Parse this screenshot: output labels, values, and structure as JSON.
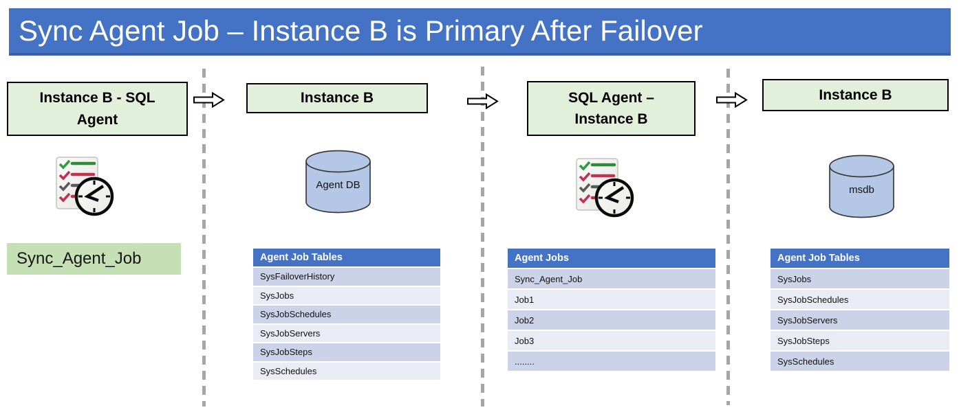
{
  "title": "Sync Agent Job – Instance B is Primary After Failover",
  "colors": {
    "banner_blue": "#4472C4",
    "table_header_blue": "#4472C4",
    "header_box_green": "#E2EFDA",
    "job_box_green": "#C5E0B4",
    "cylinder_blue": "#B4C7E7",
    "table_row_dark": "#CCD3E9",
    "table_row_light": "#E9EBF5",
    "dashed_line_gray": "#A6A6A6"
  },
  "columns": [
    {
      "header": "Instance B - SQL\nAgent",
      "icon": "task-list-clock-icon",
      "job_label": "Sync_Agent_Job"
    },
    {
      "header": "Instance B",
      "icon": "database-cylinder-icon",
      "db_label": "Agent DB",
      "table": {
        "header": "Agent Job Tables",
        "rows": [
          "SysFailoverHistory",
          "SysJobs",
          "SysJobSchedules",
          "SysJobServers",
          "SysJobSteps",
          "SysSchedules"
        ]
      }
    },
    {
      "header": "SQL Agent –\nInstance B",
      "icon": "task-list-clock-icon",
      "table": {
        "header": "Agent Jobs",
        "rows": [
          "Sync_Agent_Job",
          "Job1",
          "Job2",
          "Job3",
          "........"
        ]
      }
    },
    {
      "header": "Instance B",
      "icon": "database-cylinder-icon",
      "db_label": "msdb",
      "table": {
        "header": "Agent Job Tables",
        "rows": [
          "SysJobs",
          "SysJobSchedules",
          "SysJobServers",
          "SysJobSteps",
          "SysSchedules"
        ]
      }
    }
  ]
}
